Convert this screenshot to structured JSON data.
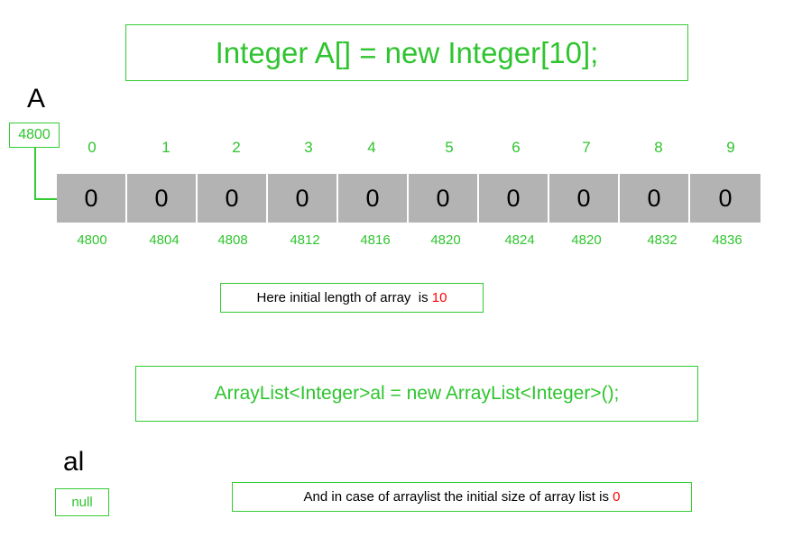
{
  "array_decl": "Integer A[] = new Integer[10];",
  "array_var_label": "A",
  "array_base_address": "4800",
  "indices": [
    "0",
    "1",
    "2",
    "3",
    "4",
    "5",
    "6",
    "7",
    "8",
    "9"
  ],
  "values": [
    "0",
    "0",
    "0",
    "0",
    "0",
    "0",
    "0",
    "0",
    "0",
    "0"
  ],
  "addresses": [
    "4800",
    "4804",
    "4808",
    "4812",
    "4816",
    "4820",
    "4824",
    "4820",
    "4832",
    "4836"
  ],
  "note1": {
    "text": "Here initial length of array  is ",
    "value": "10"
  },
  "arraylist_decl": "ArrayList<Integer>al = new ArrayList<Integer>();",
  "arraylist_var_label": "al",
  "arraylist_ref": "null",
  "note2": {
    "text": "And in case of arraylist the initial size of array list is ",
    "value": "0"
  },
  "colors": {
    "green": "#2fc42f",
    "cell": "#b3b3b3",
    "highlight": "#ff0000"
  }
}
